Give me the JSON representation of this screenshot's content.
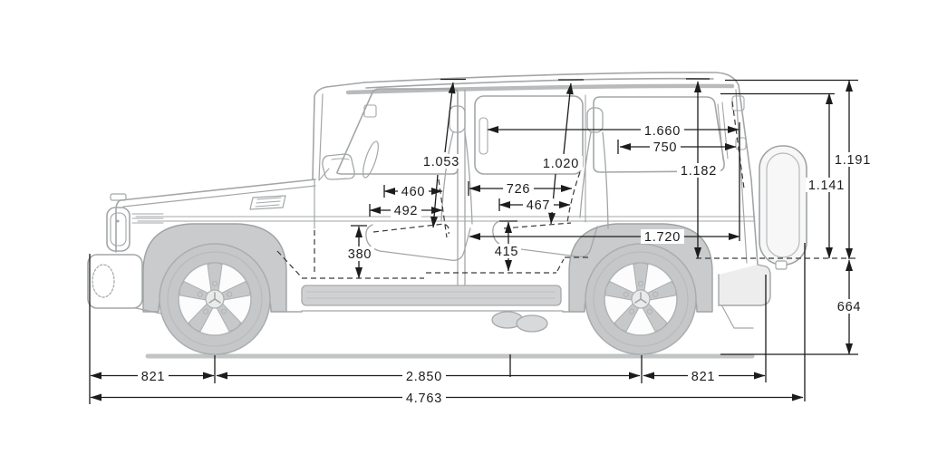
{
  "figure": {
    "kind": "vehicle-dimension-diagram",
    "view": "side-elevation",
    "colors": {
      "background": "#ffffff",
      "car_outline": "#a3a6a8",
      "car_fill_light": "#c9cbcc",
      "dimension_lines": "#1c1c1c"
    }
  },
  "dims": {
    "headroom_front": "1.053",
    "headroom_rear": "1.020",
    "cargo_length_upper": "1.660",
    "cargo_length_mid": "750",
    "cargo_height": "1.182",
    "seat_front_a": "460",
    "seat_front_b": "492",
    "seat_rear_a": "726",
    "seat_rear_b": "467",
    "cargo_length_floor": "1.720",
    "seat_height_front": "380",
    "seat_height_rear": "415",
    "rear_height_outer": "1.191",
    "rear_height_inner": "1.141",
    "load_sill_height": "664",
    "front_overhang": "821",
    "wheelbase": "2.850",
    "rear_overhang": "821",
    "overall_length": "4.763"
  }
}
